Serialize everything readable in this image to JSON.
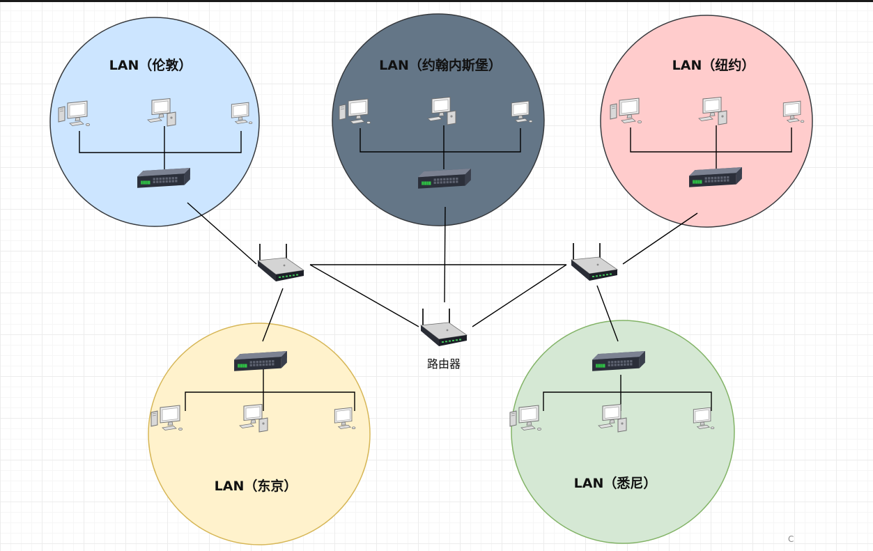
{
  "diagram": {
    "lans": [
      {
        "id": "london",
        "label": "LAN（伦敦）",
        "fill": "#cce5ff",
        "text_color": "#111111"
      },
      {
        "id": "johannesburg",
        "label": "LAN（约翰内斯堡）",
        "fill": "#647687",
        "text_color": "#111111"
      },
      {
        "id": "newyork",
        "label": "LAN（纽约）",
        "fill": "#ffcccc",
        "text_color": "#111111"
      },
      {
        "id": "tokyo",
        "label": "LAN（东京）",
        "fill": "#fff2cc",
        "text_color": "#111111"
      },
      {
        "id": "sydney",
        "label": "LAN（悉尼）",
        "fill": "#d5e8d4",
        "text_color": "#111111"
      }
    ],
    "router_label": "路由器",
    "corner_mark": "C",
    "icons": {
      "computer": "desktop-computer-icon",
      "switch": "network-switch-icon",
      "router": "wireless-router-icon"
    },
    "colors": {
      "edge": "#000000",
      "circle_stroke": "#36393d"
    }
  }
}
